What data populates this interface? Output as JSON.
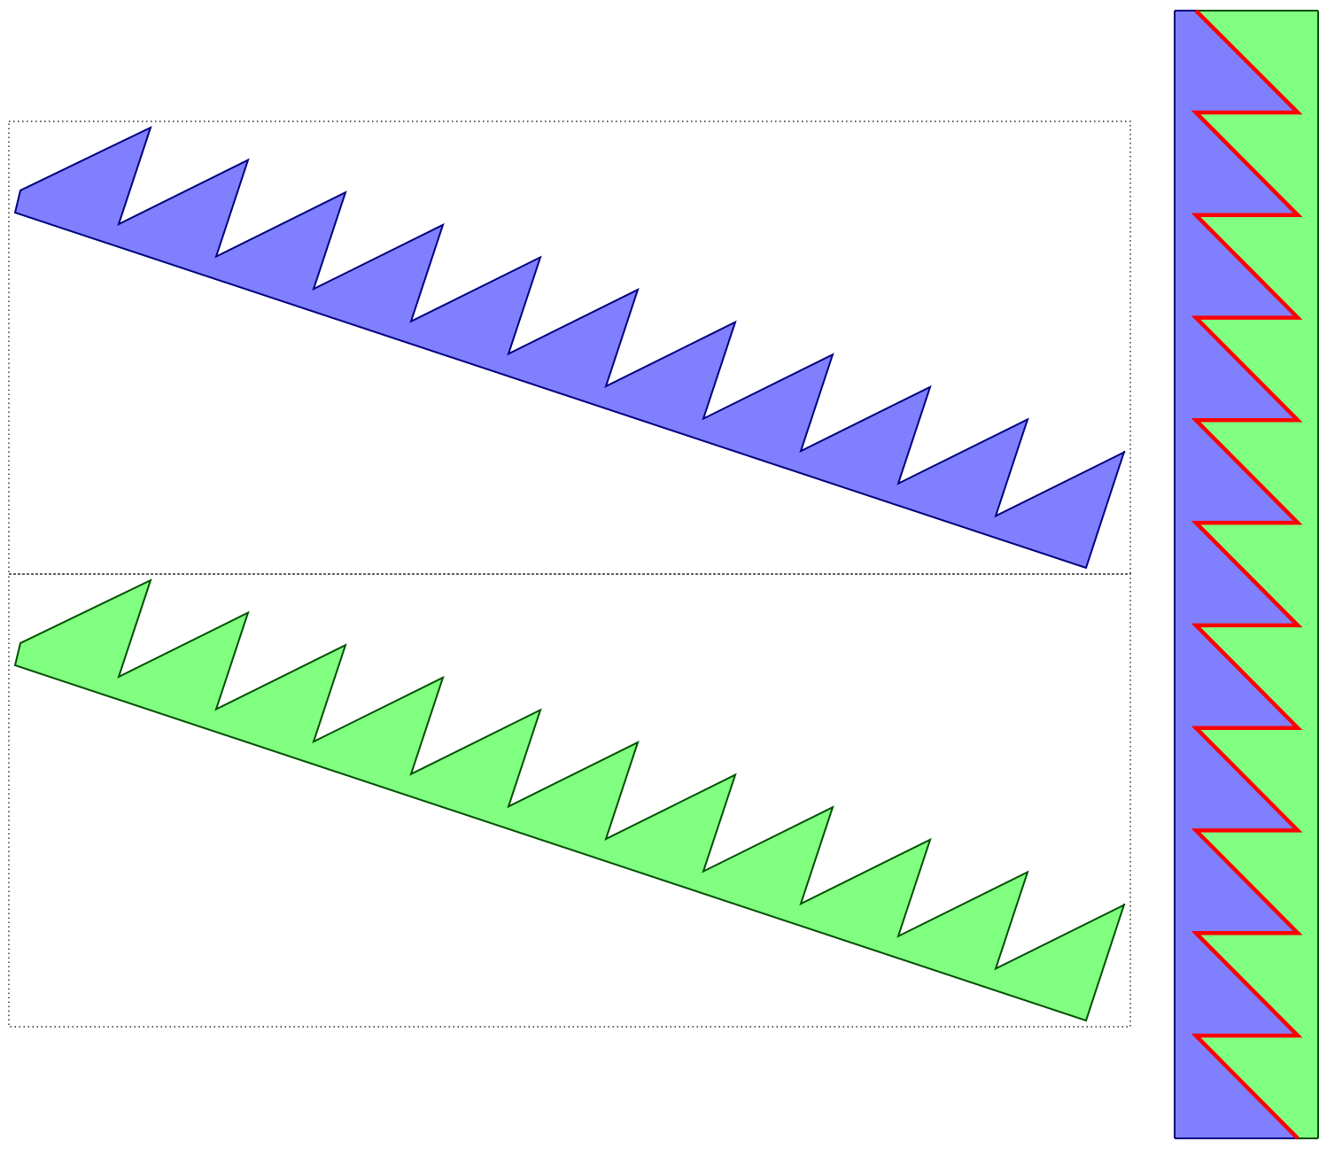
{
  "figure": {
    "colors": {
      "blue_fill": "#8080ff",
      "blue_stroke": "#000080",
      "green_fill": "#80ff80",
      "green_stroke": "#005000",
      "zigzag_line": "#ff0000",
      "frame_line": "#000000",
      "background": "#ffffff"
    },
    "sawtooth_strips": [
      {
        "name": "blue-sawtooth-strip",
        "color": "blue",
        "teeth": 11
      },
      {
        "name": "green-sawtooth-strip",
        "color": "green",
        "teeth": 11
      }
    ],
    "assembled_column": {
      "name": "assembled-zigzag-column",
      "upper_fill": "blue",
      "lower_fill": "green",
      "teeth": 11
    },
    "frames": {
      "style": "dotted",
      "count": 2
    }
  }
}
